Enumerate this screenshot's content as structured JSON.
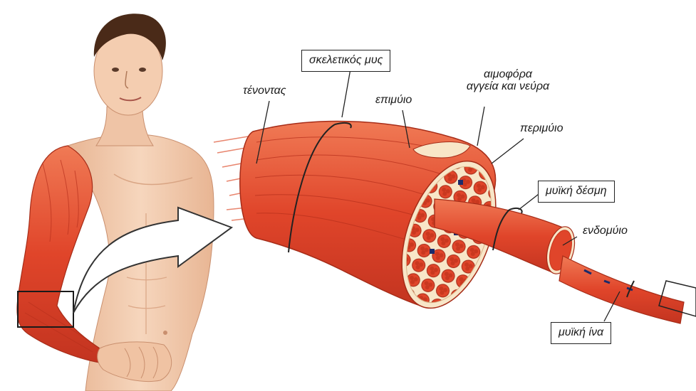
{
  "labels": {
    "skeletal_muscle": "σκελετικός μυς",
    "tendon": "τένοντας",
    "epimysium": "επιμύιο",
    "blood_vessels_line1": "αιμοφόρα",
    "blood_vessels_line2": "αγγεία και νεύρα",
    "perimysium": "περιμύιο",
    "muscle_bundle": "μυϊκή δέσμη",
    "endomysium": "ενδομύιο",
    "muscle_fiber": "μυϊκή ίνα"
  },
  "colors": {
    "muscle": "#e0452a",
    "muscle_dark": "#b8301c",
    "muscle_light": "#f07a55",
    "skin": "#f4cdb0",
    "skin_shadow": "#e3ad8c",
    "hair": "#4a2a18",
    "sheath": "#f8e6c8",
    "vessel": "#1b2a6b"
  }
}
